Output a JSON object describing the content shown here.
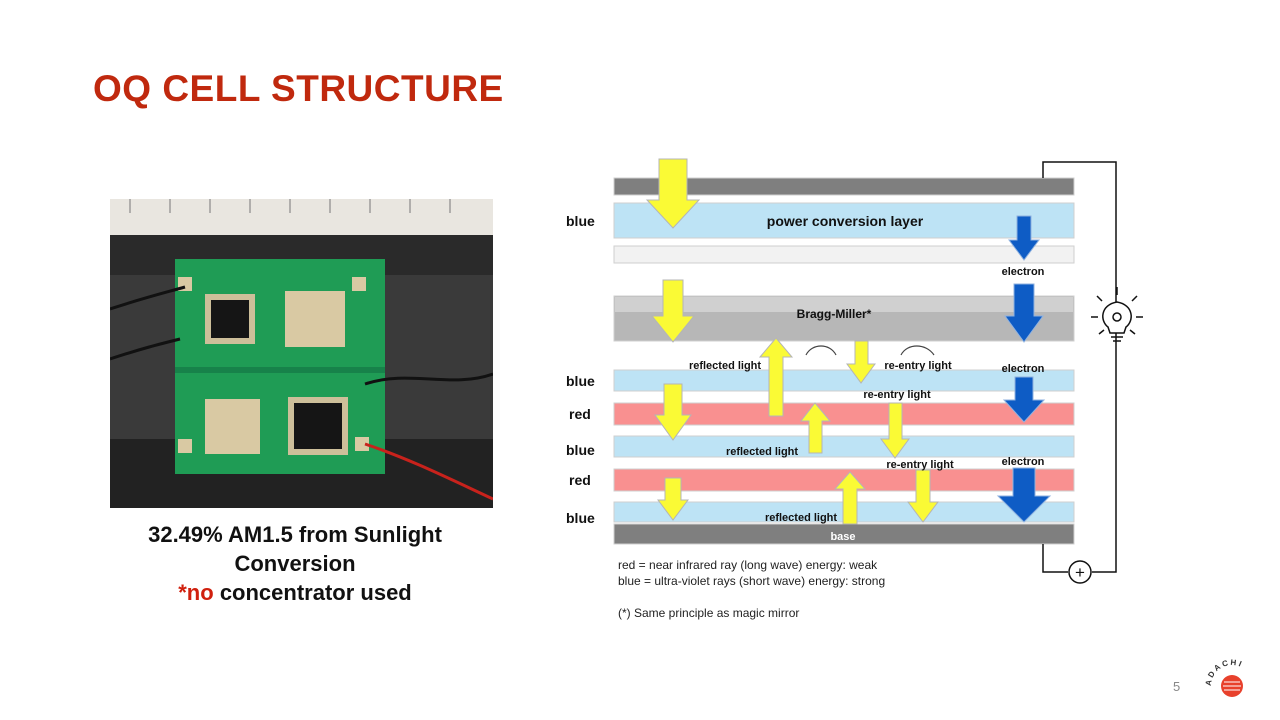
{
  "title": "OQ CELL STRUCTURE",
  "caption": {
    "line1": "32.49% AM1.5 from Sunlight",
    "line2": "Conversion",
    "asterisk_red": "*no",
    "tail": " concentrator used"
  },
  "diagram": {
    "row_labels": [
      "blue",
      "blue",
      "red",
      "blue",
      "red",
      "blue"
    ],
    "power_layer": "power conversion layer",
    "bragg": "Bragg-Miller*",
    "base": "base",
    "electron_labels": [
      "electron",
      "electron",
      "electron"
    ],
    "reflected_labels": [
      "reflected light",
      "reflected light",
      "reflected light"
    ],
    "reentry_labels": [
      "re-entry light",
      "re-entry light",
      "re-entry light"
    ],
    "plus": "+",
    "colors": {
      "blue_layer": "#bde3f5",
      "red_layer": "#f99090",
      "gray": "#7f7f7f",
      "yellow": "#fafa35",
      "electron": "#0e5cc5"
    }
  },
  "legend": {
    "line1": "red = near infrared ray (long wave) energy: weak",
    "line2": "blue = ultra-violet rays (short wave) energy: strong",
    "line3": "(*) Same principle as magic mirror"
  },
  "icons": [
    "lightbulb-gear-icon",
    "adachi-logo"
  ],
  "page_number": "5",
  "logo_text": "ADACHI"
}
